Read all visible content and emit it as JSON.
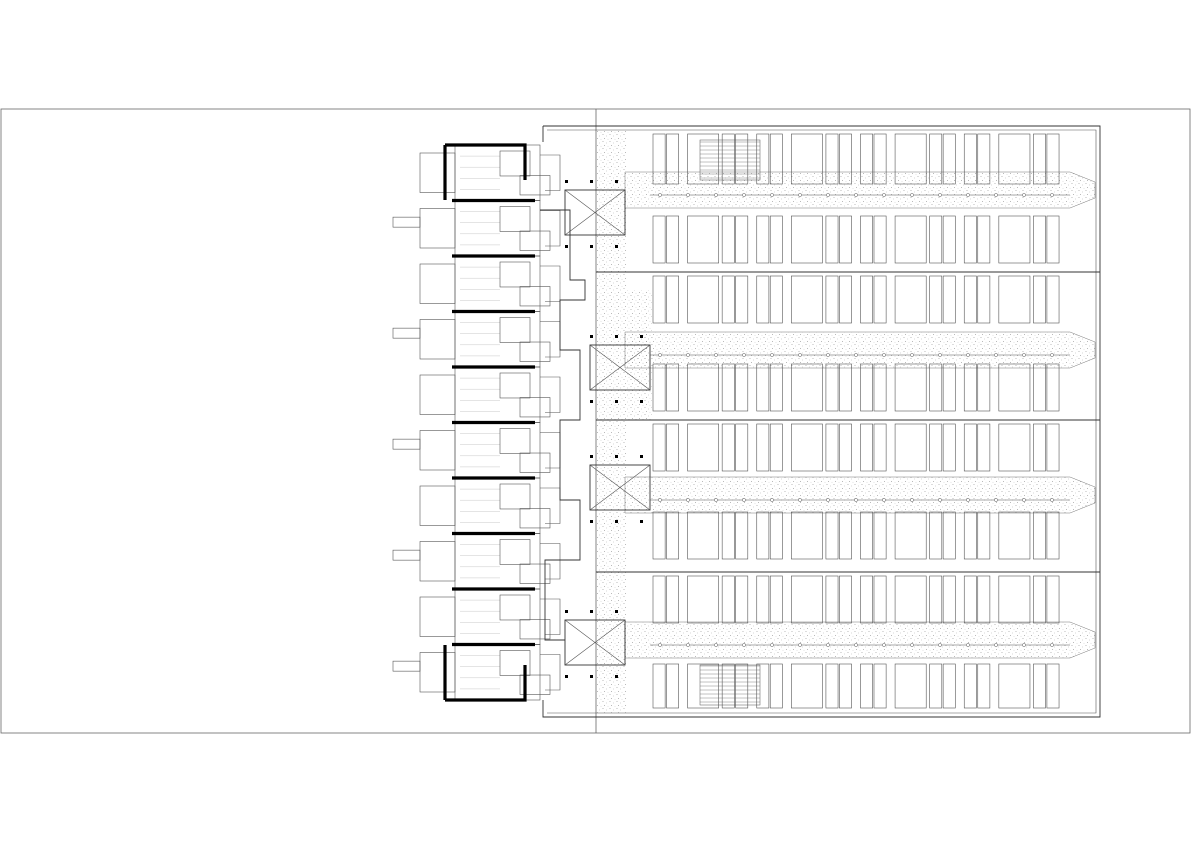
{
  "drawing": {
    "kind": "architectural-floor-plan",
    "line_color": "#333333",
    "heavy_wall_color": "#000000",
    "stipple_color": "#9a9a9a",
    "background": "#ffffff",
    "residential_bays": 10,
    "parking_bays": 9,
    "parking_columns_per_bay": 12
  }
}
